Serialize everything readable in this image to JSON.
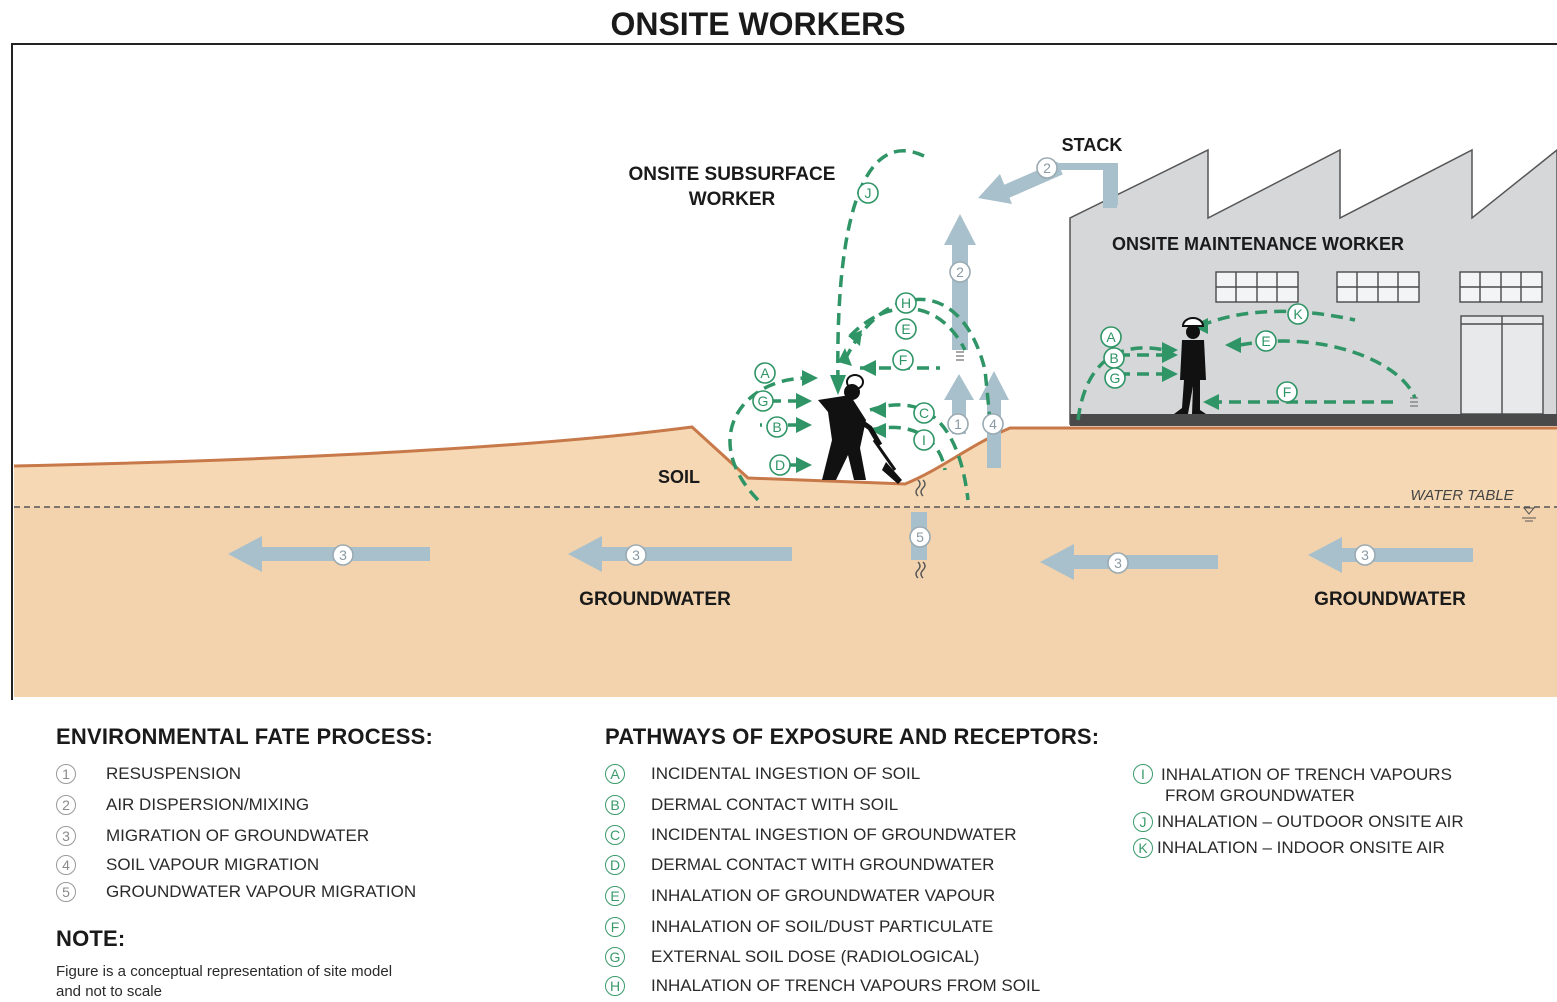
{
  "title": "ONSITE WORKERS",
  "scene_labels": {
    "subsurface_worker_line1": "ONSITE SUBSURFACE",
    "subsurface_worker_line2": "WORKER",
    "stack": "STACK",
    "maintenance_worker": "ONSITE MAINTENANCE WORKER",
    "soil": "SOIL",
    "water_table": "WATER TABLE",
    "groundwater_left": "GROUNDWATER",
    "groundwater_right": "GROUNDWATER"
  },
  "scene_markers": {
    "m1": "1",
    "m2_stack": "2",
    "m2": "2",
    "m3": "3",
    "m4": "4",
    "m5": "5",
    "a": "A",
    "b": "B",
    "c": "C",
    "d": "D",
    "e": "E",
    "f": "F",
    "g": "G",
    "h": "H",
    "i": "I",
    "j": "J",
    "k": "K"
  },
  "fate_legend": {
    "title": "ENVIRONMENTAL FATE PROCESS:",
    "items": [
      {
        "key": "1",
        "label": "RESUSPENSION"
      },
      {
        "key": "2",
        "label": "AIR DISPERSION/MIXING"
      },
      {
        "key": "3",
        "label": "MIGRATION OF GROUNDWATER"
      },
      {
        "key": "4",
        "label": "SOIL VAPOUR MIGRATION"
      },
      {
        "key": "5",
        "label": "GROUNDWATER VAPOUR MIGRATION"
      }
    ]
  },
  "note": {
    "title": "NOTE:",
    "line1": "Figure is a conceptual representation of site model",
    "line2": "and not to scale"
  },
  "pathways_legend": {
    "title": "PATHWAYS OF EXPOSURE AND RECEPTORS:",
    "items": [
      {
        "key": "A",
        "label": "INCIDENTAL INGESTION OF SOIL"
      },
      {
        "key": "B",
        "label": "DERMAL CONTACT WITH SOIL"
      },
      {
        "key": "C",
        "label": "INCIDENTAL INGESTION OF GROUNDWATER"
      },
      {
        "key": "D",
        "label": "DERMAL CONTACT WITH GROUNDWATER"
      },
      {
        "key": "E",
        "label": "INHALATION OF GROUNDWATER VAPOUR"
      },
      {
        "key": "F",
        "label": "INHALATION OF SOIL/DUST PARTICULATE"
      },
      {
        "key": "G",
        "label": "EXTERNAL SOIL DOSE (RADIOLOGICAL)"
      },
      {
        "key": "H",
        "label": "INHALATION OF TRENCH VAPOURS FROM SOIL"
      }
    ],
    "items2": [
      {
        "key": "I",
        "label": "INHALATION OF TRENCH VAPOURS",
        "label2": "FROM GROUNDWATER"
      },
      {
        "key": "J",
        "label": "INHALATION – OUTDOOR ONSITE AIR"
      },
      {
        "key": "K",
        "label": "INHALATION – INDOOR ONSITE AIR"
      }
    ]
  },
  "colors": {
    "soil": "#f6d9b4",
    "groundwater": "#f2d3ad",
    "ground_line": "#c8794a",
    "fate_arrow": "#a8c0cc",
    "pathway": "#2f9466",
    "building": "#d6d7d9"
  }
}
